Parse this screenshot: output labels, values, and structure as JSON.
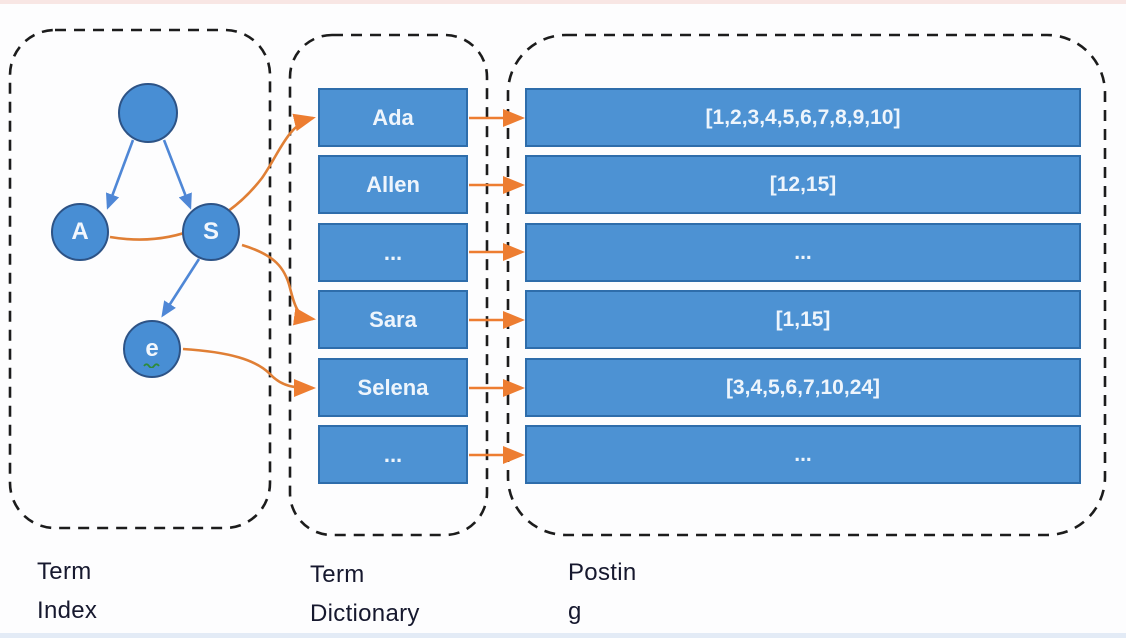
{
  "panels": {
    "term_index": {
      "label_line1": "Term",
      "label_line2": "Index"
    },
    "term_dictionary": {
      "label_line1": "Term",
      "label_line2": "Dictionary"
    },
    "posting": {
      "label_line1": "Postin",
      "label_line2": "g"
    }
  },
  "tree": {
    "root_label": "",
    "a_label": "A",
    "s_label": "S",
    "e_label": "e"
  },
  "dictionary_terms": [
    "Ada",
    "Allen",
    "...",
    "Sara",
    "Selena",
    "..."
  ],
  "postings": [
    "[1,2,3,4,5,6,7,8,9,10]",
    "[12,15]",
    "...",
    "[1,15]",
    "[3,4,5,6,7,10,24]",
    "..."
  ],
  "colors": {
    "box_fill": "#4d92d3",
    "box_border": "#2e6dab",
    "orange_arrow": "#ed7d31",
    "blue_arrow": "#4f87d6",
    "dashed_outline": "#1c1c1c",
    "caption_text": "#16182e",
    "squiggle_green": "#2e8b3a"
  }
}
